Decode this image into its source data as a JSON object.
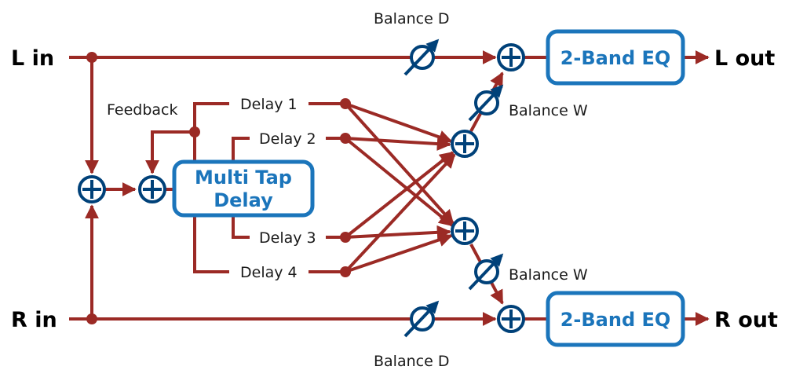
{
  "ports": {
    "l_in": "L in",
    "r_in": "R in",
    "l_out": "L out",
    "r_out": "R out"
  },
  "blocks": {
    "multi_tap_delay": [
      "Multi Tap",
      "Delay"
    ],
    "eq_top": "2-Band EQ",
    "eq_bottom": "2-Band EQ"
  },
  "labels": {
    "feedback": "Feedback",
    "delay_1": "Delay 1",
    "delay_2": "Delay 2",
    "delay_3": "Delay 3",
    "delay_4": "Delay 4",
    "balance_d_top": "Balance D",
    "balance_d_bottom": "Balance D",
    "balance_w_top": "Balance W",
    "balance_w_bottom": "Balance W"
  },
  "colors": {
    "signal": "#9b2a25",
    "control": "#004179",
    "block": "#1b75bb"
  },
  "icons": {
    "adder": "plus-circle-icon",
    "level_control": "knob-arrow-icon"
  }
}
